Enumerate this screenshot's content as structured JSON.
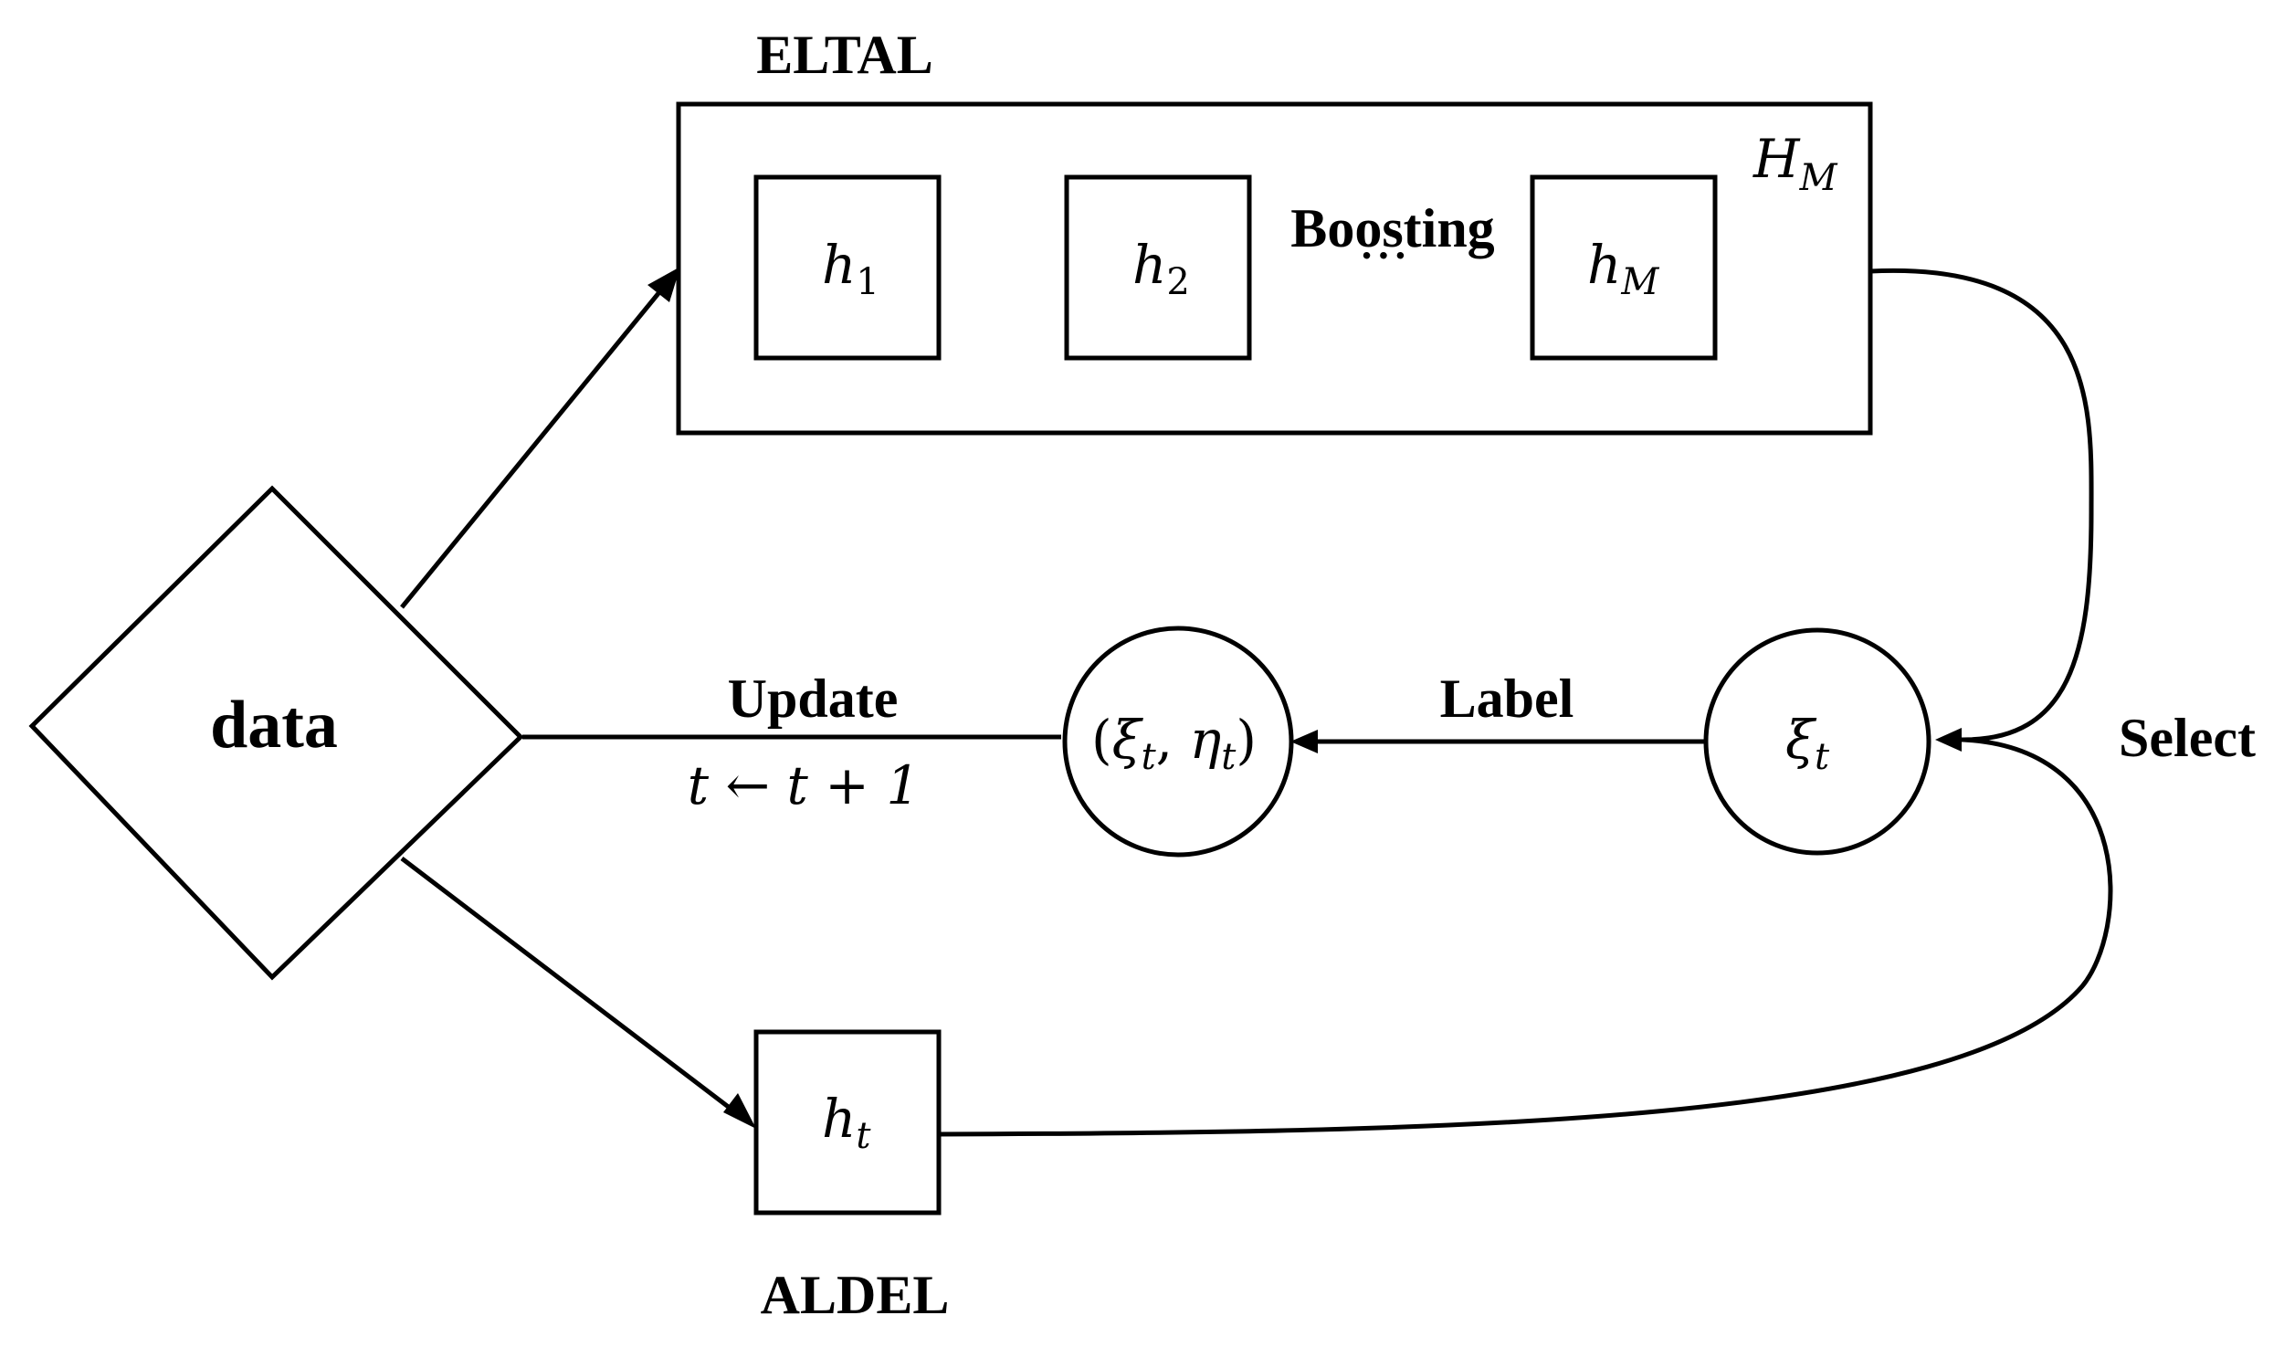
{
  "diagram": {
    "eltal_title": "ELTAL",
    "aldel_title": "ALDEL",
    "ensemble_symbol": {
      "base": "H",
      "sub": "M"
    },
    "boosting_label": "Boosting",
    "ellipsis": "···",
    "learners": [
      {
        "base": "h",
        "sub": "1"
      },
      {
        "base": "h",
        "sub": "2"
      },
      {
        "base": "h",
        "sub": "M"
      }
    ],
    "aldel_learner": {
      "base": "h",
      "sub": "t"
    },
    "data_label": "data",
    "update_label": "Update",
    "update_rule": "t ← t + 1",
    "label_label": "Label",
    "select_label": "Select",
    "labeled_pair": {
      "open": "(",
      "xi": "ξ",
      "xi_sub": "t",
      "sep": ", ",
      "eta": "η",
      "eta_sub": "t",
      "close": ")"
    },
    "query_point": {
      "base": "ξ",
      "sub": "t"
    }
  }
}
